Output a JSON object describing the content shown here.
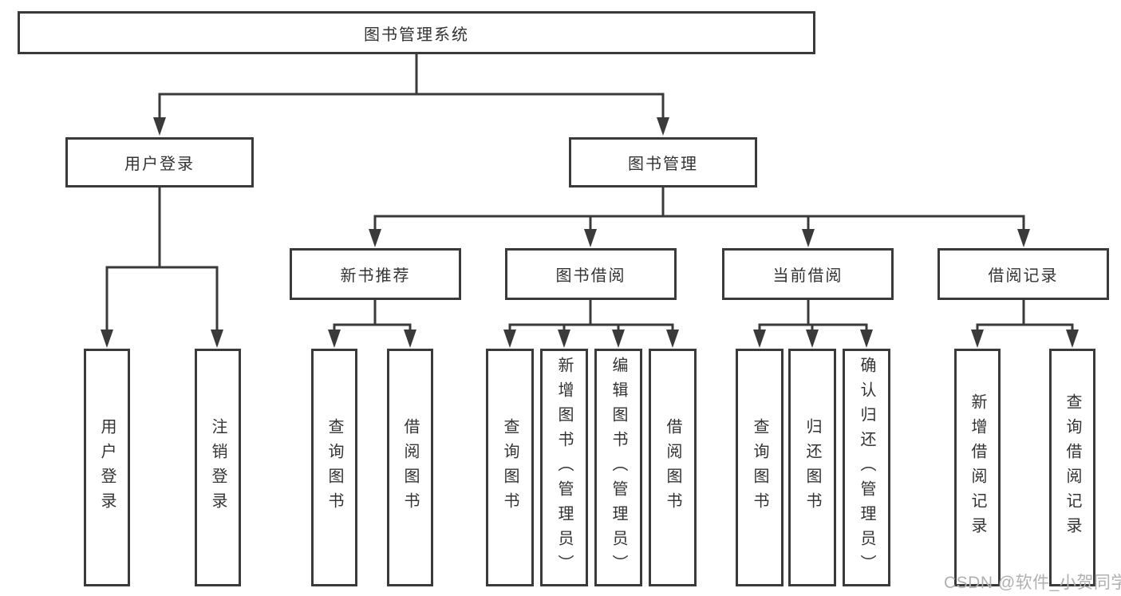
{
  "diagram": {
    "root": {
      "label": "图书管理系统"
    },
    "level2": [
      {
        "label": "用户登录"
      },
      {
        "label": "图书管理"
      }
    ],
    "level3": [
      {
        "label": "新书推荐"
      },
      {
        "label": "图书借阅"
      },
      {
        "label": "当前借阅"
      },
      {
        "label": "借阅记录"
      }
    ],
    "leaves": {
      "user_login": [
        {
          "label": "用户登录"
        },
        {
          "label": "注销登录"
        }
      ],
      "new_book": [
        {
          "label": "查询图书"
        },
        {
          "label": "借阅图书"
        }
      ],
      "book_borrow": [
        {
          "label": "查询图书"
        },
        {
          "label": "新增图书（管理员）"
        },
        {
          "label": "编辑图书（管理员）"
        },
        {
          "label": "借阅图书"
        }
      ],
      "current_borrow": [
        {
          "label": "查询图书"
        },
        {
          "label": "归还图书"
        },
        {
          "label": "确认归还（管理员）"
        }
      ],
      "borrow_record": [
        {
          "label": "新增借阅记录"
        },
        {
          "label": "查询借阅记录"
        }
      ]
    },
    "colors": {
      "line": "#3a3a3a",
      "text": "#333333",
      "box_background": "#ffffff",
      "watermark": "#b0b0b0"
    }
  },
  "watermark": {
    "text": "CSDN @软件_小贺同学"
  }
}
